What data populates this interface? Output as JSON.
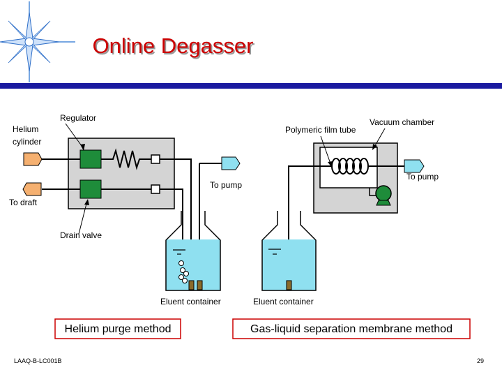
{
  "title": "Online Degasser",
  "labels": {
    "helium_cylinder": [
      "Helium",
      "cylinder"
    ],
    "regulator": "Regulator",
    "to_draft": "To draft",
    "drain_valve": "Drain valve",
    "to_pump_left": "To pump",
    "to_pump_right": "To pump",
    "polymeric_film_tube": "Polymeric film tube",
    "vacuum_chamber": "Vacuum chamber",
    "eluent_container_left": "Eluent container",
    "eluent_container_right": "Eluent container"
  },
  "methods": {
    "helium_purge": "Helium purge method",
    "gas_liquid": "Gas-liquid separation membrane method"
  },
  "footer": {
    "doc_id": "LAAQ-B-LC001B",
    "page_number": "29"
  },
  "colors": {
    "title": "#cc0000",
    "title_shadow": "#999999",
    "rule": "#1a1aa0",
    "panel_fill": "#d4d4d4",
    "valve_green": "#1e8c3a",
    "liquid": "#8fe0f0",
    "arrow_cyan": "#8fe0f0",
    "arrow_orange": "#f5b070",
    "method_border": "#cc0000",
    "star": "#4a8ad8"
  }
}
